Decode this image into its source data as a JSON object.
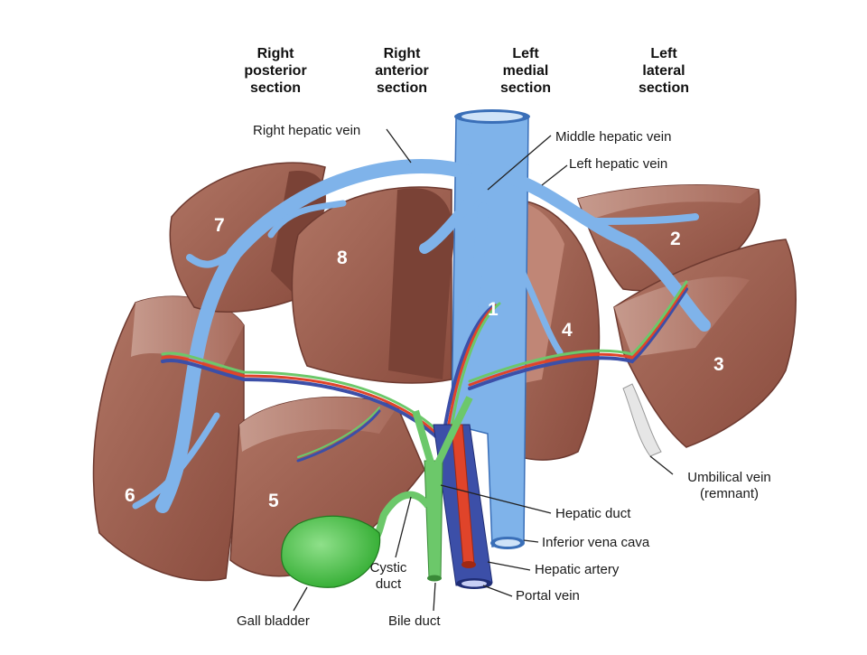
{
  "headers": [
    {
      "line1": "Right",
      "line2": "posterior",
      "line3": "section"
    },
    {
      "line1": "Right",
      "line2": "anterior",
      "line3": "section"
    },
    {
      "line1": "Left",
      "line2": "medial",
      "line3": "section"
    },
    {
      "line1": "Left",
      "line2": "lateral",
      "line3": "section"
    }
  ],
  "labels": {
    "right_hepatic_vein": "Right hepatic vein",
    "middle_hepatic_vein": "Middle hepatic vein",
    "left_hepatic_vein": "Left hepatic vein",
    "umbilical_vein_1": "Umbilical vein",
    "umbilical_vein_2": "(remnant)",
    "hepatic_duct": "Hepatic duct",
    "inferior_vena_cava": "Inferior vena cava",
    "hepatic_artery": "Hepatic artery",
    "portal_vein": "Portal vein",
    "cystic_duct_1": "Cystic",
    "cystic_duct_2": "duct",
    "bile_duct": "Bile duct",
    "gall_bladder": "Gall bladder"
  },
  "segments": [
    "1",
    "2",
    "3",
    "4",
    "5",
    "6",
    "7",
    "8"
  ],
  "colors": {
    "liver": "#9c5a4a",
    "liver_light": "#c0877a",
    "liver_dark": "#6e3a30",
    "vein": "#7fb3ea",
    "vein_dark": "#3a6fb8",
    "artery": "#e0442a",
    "portal": "#3c4fa8",
    "bile": "#6cc86a",
    "gallbladder": "#3fbf3a",
    "umbilical": "#e6e6e6"
  }
}
